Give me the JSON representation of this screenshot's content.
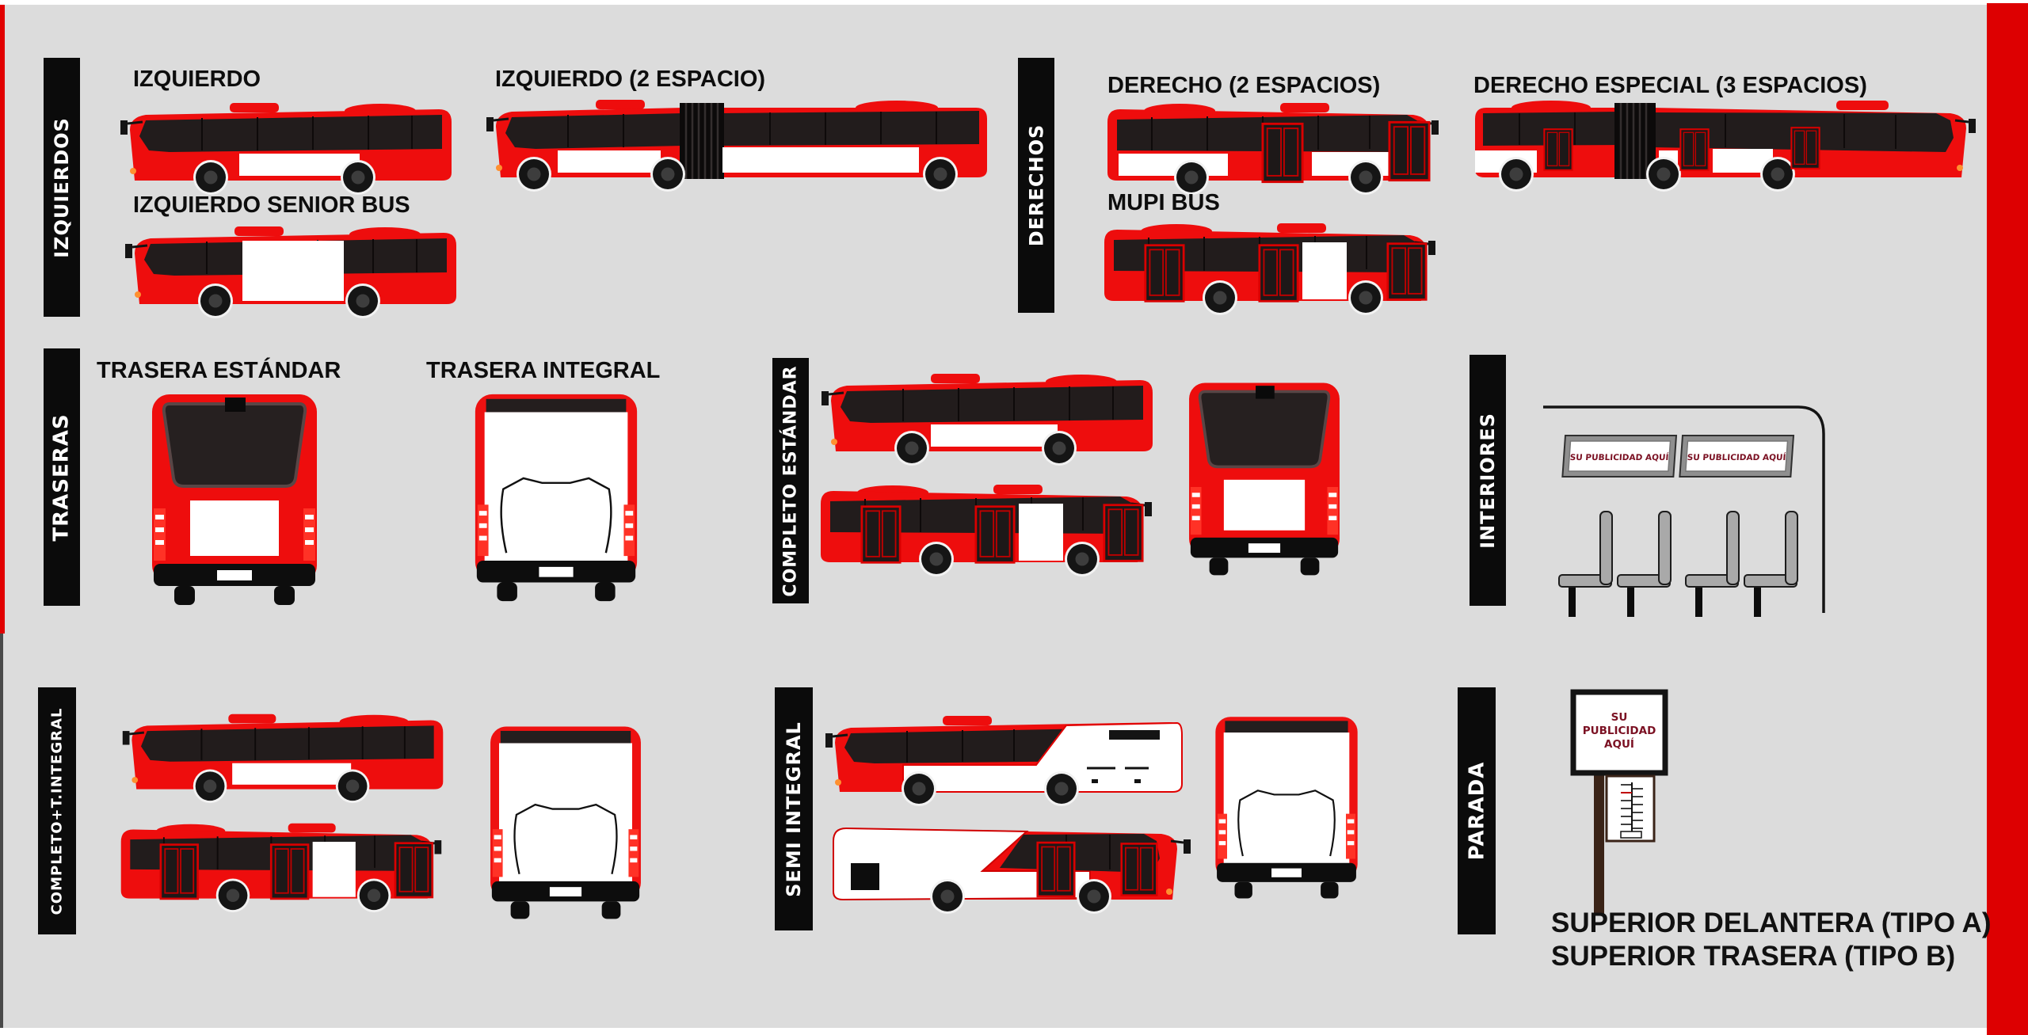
{
  "colors": {
    "background": "#dcdcdc",
    "bus_red": "#ee0d0d",
    "stripe_red": "#dd0001",
    "label_bg": "#0b0b0b",
    "label_text": "#ffffff",
    "heading_text": "#0d0d0d",
    "ad_space_white": "#ffffff",
    "ad_text": "#7b1123",
    "window_black": "#221c1c",
    "seat_gray": "#a9a9a9",
    "pole_brown": "#3a2317"
  },
  "sections": {
    "izquierdos": {
      "label": "IZQUIERDOS",
      "items": {
        "single": "IZQUIERDO",
        "two_space": "IZQUIERDO (2 ESPACIO)",
        "senior": "IZQUIERDO SENIOR BUS"
      }
    },
    "derechos": {
      "label": "DERECHOS",
      "items": {
        "two_spaces": "DERECHO (2 ESPACIOS)",
        "special": "DERECHO ESPECIAL (3 ESPACIOS)",
        "mupi": "MUPI BUS"
      }
    },
    "traseras": {
      "label": "TRASERAS",
      "items": {
        "standard": "TRASERA ESTÁNDAR",
        "integral": "TRASERA INTEGRAL"
      }
    },
    "completo_estandar": {
      "label": "COMPLETO ESTÁNDAR"
    },
    "interiores": {
      "label": "INTERIORES",
      "panel_text": "SU PUBLICIDAD AQUÍ"
    },
    "completo_integral": {
      "label": "COMPLETO+T.INTEGRAL"
    },
    "semi_integral": {
      "label": "SEMI INTEGRAL"
    },
    "parada": {
      "label": "PARADA",
      "sign": {
        "line1": "SU",
        "line2": "PUBLICIDAD",
        "line3": "AQUÍ"
      }
    },
    "footer": {
      "line1": "SUPERIOR DELANTERA (TIPO A)",
      "line2": "SUPERIOR TRASERA (TIPO B)"
    }
  }
}
